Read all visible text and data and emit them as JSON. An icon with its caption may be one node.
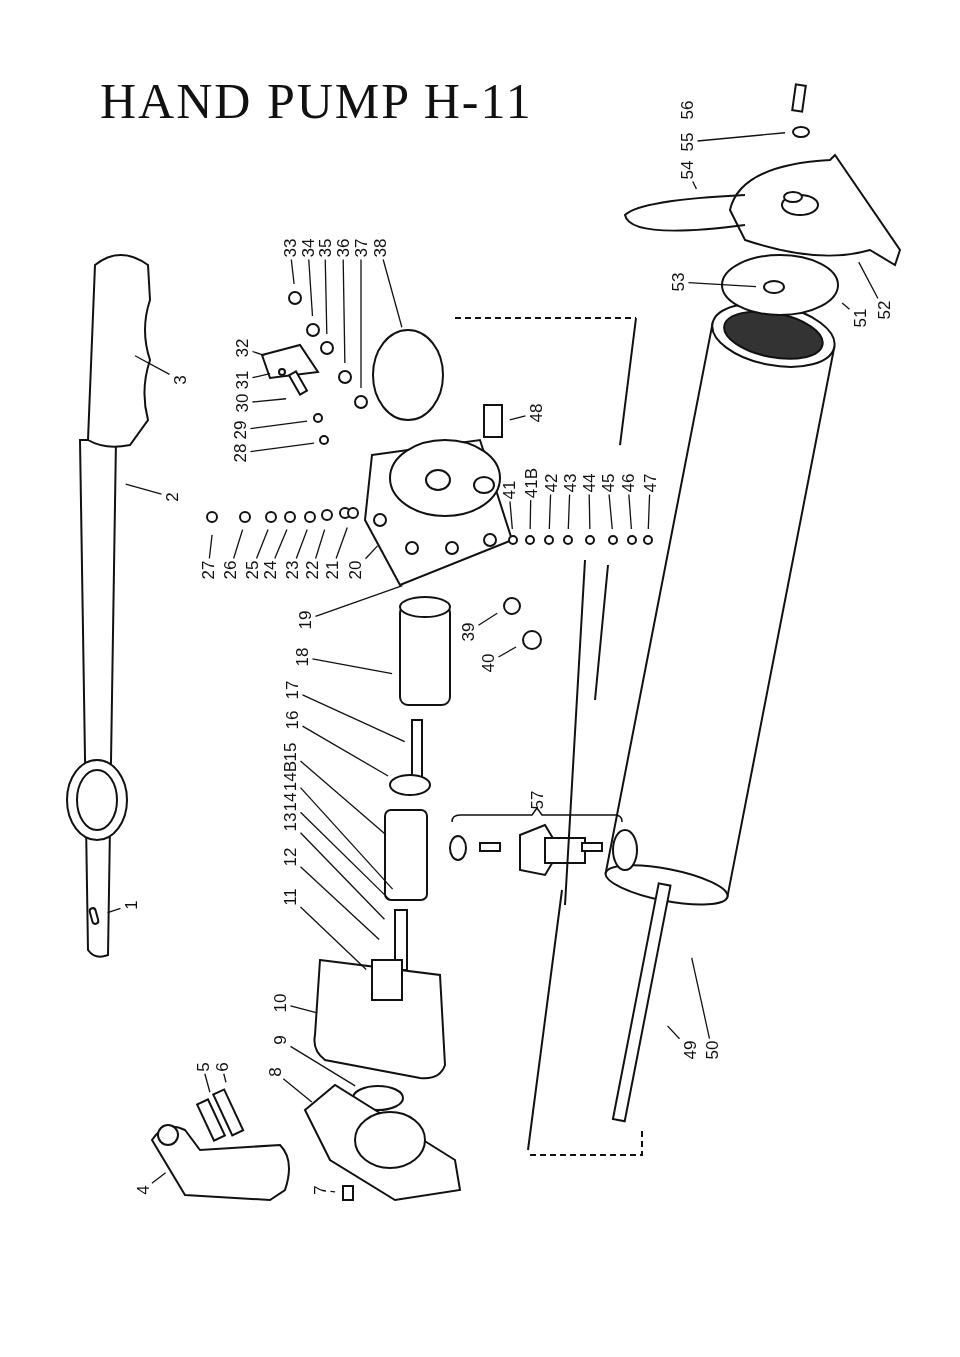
{
  "diagram": {
    "title": "HAND PUMP H-11",
    "nodes": [
      {
        "text": [
          "1"
        ]
      },
      {
        "text": [
          "2"
        ]
      },
      {
        "text": [
          "3"
        ]
      },
      {
        "text": [
          "4"
        ]
      },
      {
        "text": [
          "5"
        ]
      },
      {
        "text": [
          "6"
        ]
      },
      {
        "text": [
          "7"
        ]
      },
      {
        "text": [
          "8"
        ]
      },
      {
        "text": [
          "9"
        ]
      },
      {
        "text": [
          "10"
        ]
      },
      {
        "text": [
          "11"
        ]
      },
      {
        "text": [
          "12"
        ]
      },
      {
        "text": [
          "13"
        ]
      },
      {
        "text": [
          "14"
        ]
      },
      {
        "text": [
          "14B"
        ]
      },
      {
        "text": [
          "15"
        ]
      },
      {
        "text": [
          "16"
        ]
      },
      {
        "text": [
          "17"
        ]
      },
      {
        "text": [
          "18"
        ]
      },
      {
        "text": [
          "19"
        ]
      },
      {
        "text": [
          "20"
        ]
      },
      {
        "text": [
          "21"
        ]
      },
      {
        "text": [
          "22"
        ]
      },
      {
        "text": [
          "23"
        ]
      },
      {
        "text": [
          "24"
        ]
      },
      {
        "text": [
          "25"
        ]
      },
      {
        "text": [
          "26"
        ]
      },
      {
        "text": [
          "27"
        ]
      },
      {
        "text": [
          "28"
        ]
      },
      {
        "text": [
          "29"
        ]
      },
      {
        "text": [
          "30"
        ]
      },
      {
        "text": [
          "31"
        ]
      },
      {
        "text": [
          "32"
        ]
      },
      {
        "text": [
          "33"
        ]
      },
      {
        "text": [
          "34"
        ]
      },
      {
        "text": [
          "35"
        ]
      },
      {
        "text": [
          "36"
        ]
      },
      {
        "text": [
          "37"
        ]
      },
      {
        "text": [
          "38"
        ]
      },
      {
        "text": [
          "39"
        ]
      },
      {
        "text": [
          "40"
        ]
      },
      {
        "text": [
          "41"
        ]
      },
      {
        "text": [
          "41B"
        ]
      },
      {
        "text": [
          "42"
        ]
      },
      {
        "text": [
          "43"
        ]
      },
      {
        "text": [
          "44"
        ]
      },
      {
        "text": [
          "45"
        ]
      },
      {
        "text": [
          "46"
        ]
      },
      {
        "text": [
          "47"
        ]
      },
      {
        "text": [
          "48"
        ]
      },
      {
        "text": [
          "49"
        ]
      },
      {
        "text": [
          "50"
        ]
      },
      {
        "text": [
          "51"
        ]
      },
      {
        "text": [
          "52"
        ]
      },
      {
        "text": [
          "53"
        ]
      },
      {
        "text": [
          "54"
        ]
      },
      {
        "text": [
          "55"
        ]
      },
      {
        "text": [
          "56"
        ]
      }
    ],
    "edges": [
      {
        "from": 0,
        "to": null,
        "arrow": "none"
      },
      {
        "from": 1,
        "to": null,
        "arrow": "none"
      },
      {
        "from": 2,
        "to": null,
        "arrow": "none"
      },
      {
        "from": 3,
        "to": null,
        "arrow": "none"
      },
      {
        "from": 4,
        "to": null,
        "arrow": "none"
      },
      {
        "from": 5,
        "to": null,
        "arrow": "none"
      },
      {
        "from": 6,
        "to": null,
        "arrow": "none"
      },
      {
        "from": 7,
        "to": null,
        "arrow": "none"
      },
      {
        "from": 8,
        "to": null,
        "arrow": "none"
      },
      {
        "from": 9,
        "to": null,
        "arrow": "none"
      },
      {
        "from": 10,
        "to": null,
        "arrow": "none"
      },
      {
        "from": 11,
        "to": null,
        "arrow": "none"
      },
      {
        "from": 12,
        "to": null,
        "arrow": "none"
      },
      {
        "from": 13,
        "to": null,
        "arrow": "none"
      },
      {
        "from": 14,
        "to": null,
        "arrow": "none"
      },
      {
        "from": 15,
        "to": null,
        "arrow": "none"
      },
      {
        "from": 16,
        "to": null,
        "arrow": "none"
      },
      {
        "from": 17,
        "to": null,
        "arrow": "none"
      },
      {
        "from": 18,
        "to": null,
        "arrow": "none"
      },
      {
        "from": 19,
        "to": null,
        "arrow": "none"
      },
      {
        "from": 20,
        "to": null,
        "arrow": "none"
      },
      {
        "from": 21,
        "to": null,
        "arrow": "none"
      },
      {
        "from": 22,
        "to": null,
        "arrow": "none"
      },
      {
        "from": 23,
        "to": null,
        "arrow": "none"
      },
      {
        "from": 24,
        "to": null,
        "arrow": "none"
      },
      {
        "from": 25,
        "to": null,
        "arrow": "none"
      },
      {
        "from": 26,
        "to": null,
        "arrow": "none"
      },
      {
        "from": 27,
        "to": null,
        "arrow": "none"
      },
      {
        "from": 28,
        "to": null,
        "arrow": "none"
      },
      {
        "from": 29,
        "to": null,
        "arrow": "none"
      },
      {
        "from": 30,
        "to": null,
        "arrow": "none"
      },
      {
        "from": 31,
        "to": null,
        "arrow": "none"
      },
      {
        "from": 32,
        "to": null,
        "arrow": "none"
      },
      {
        "from": 33,
        "to": null,
        "arrow": "none"
      },
      {
        "from": 34,
        "to": null,
        "arrow": "none"
      },
      {
        "from": 35,
        "to": null,
        "arrow": "none"
      },
      {
        "from": 36,
        "to": null,
        "arrow": "none"
      },
      {
        "from": 37,
        "to": null,
        "arrow": "none"
      },
      {
        "from": 38,
        "to": null,
        "arrow": "none"
      },
      {
        "from": 39,
        "to": null,
        "arrow": "none"
      },
      {
        "from": 40,
        "to": null,
        "arrow": "none"
      },
      {
        "from": 41,
        "to": null,
        "arrow": "none"
      },
      {
        "from": 42,
        "to": null,
        "arrow": "none"
      },
      {
        "from": 43,
        "to": null,
        "arrow": "none"
      },
      {
        "from": 44,
        "to": null,
        "arrow": "none"
      },
      {
        "from": 45,
        "to": null,
        "arrow": "none"
      },
      {
        "from": 46,
        "to": null,
        "arrow": "none"
      },
      {
        "from": 47,
        "to": null,
        "arrow": "none"
      },
      {
        "from": 48,
        "to": null,
        "arrow": "none"
      },
      {
        "from": 49,
        "to": null,
        "arrow": "none"
      },
      {
        "from": 50,
        "to": null,
        "arrow": "none"
      },
      {
        "from": 51,
        "to": null,
        "arrow": "none"
      },
      {
        "from": 52,
        "to": null,
        "arrow": "none"
      },
      {
        "from": 53,
        "to": null,
        "arrow": "none"
      },
      {
        "from": 54,
        "to": null,
        "arrow": "none"
      },
      {
        "from": 55,
        "to": null,
        "arrow": "none"
      },
      {
        "from": 56,
        "to": null,
        "arrow": "none"
      }
    ],
    "labels": [
      "57"
    ]
  }
}
